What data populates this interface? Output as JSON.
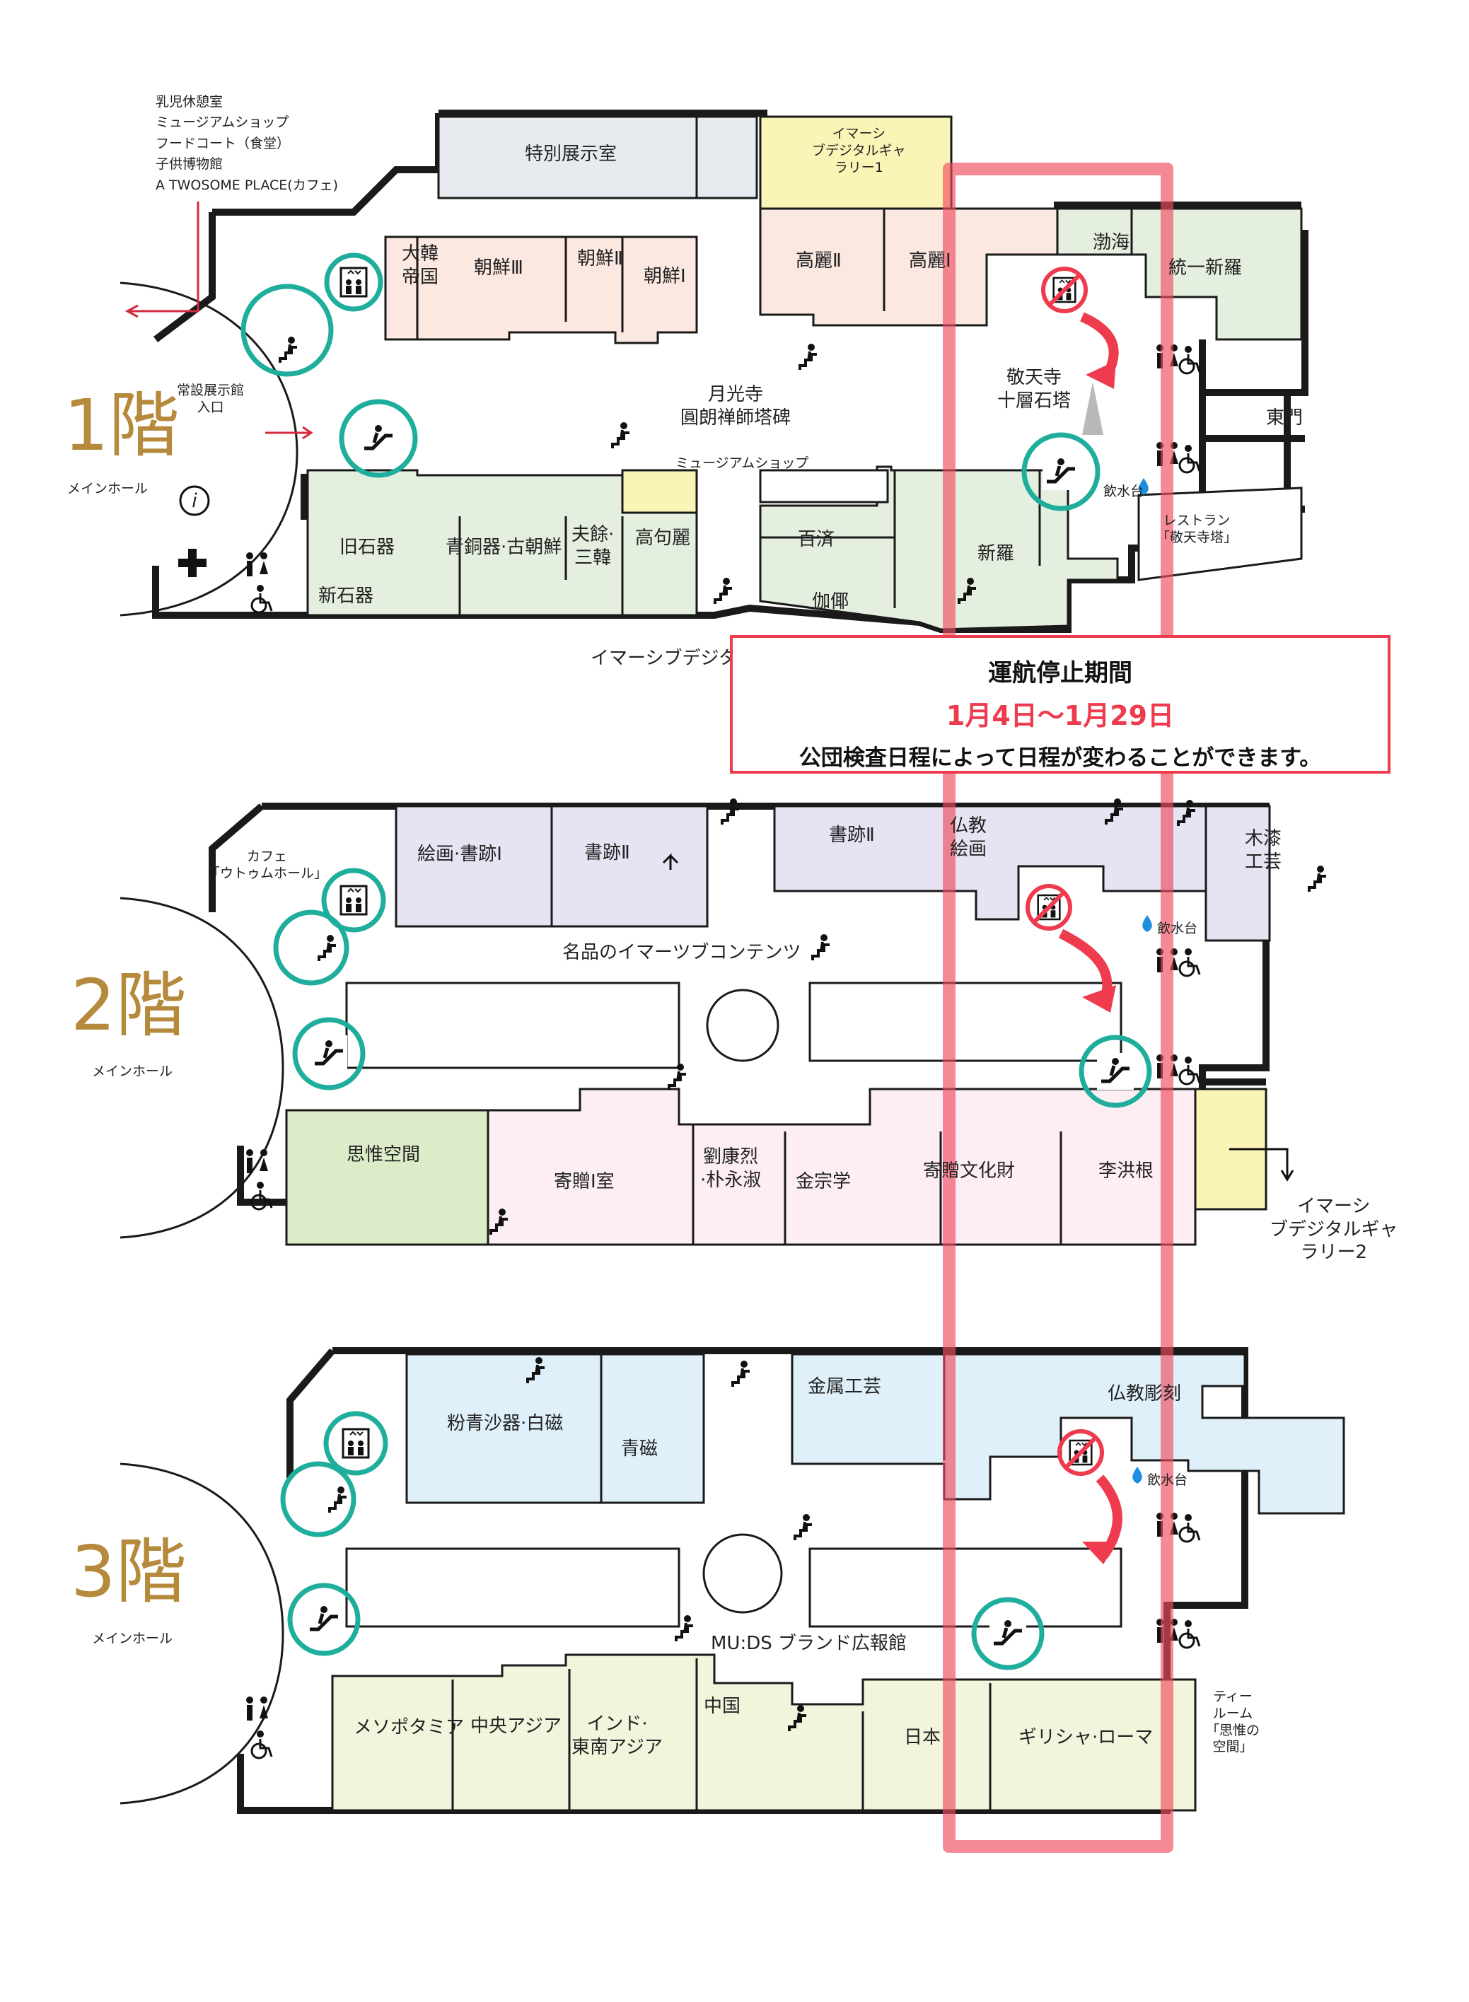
{
  "colors": {
    "green_room": "#e4efdf",
    "peach_room": "#fbe8e1",
    "gray_room": "#e7ebf0",
    "yellow_room": "#fbf4b7",
    "lavender_room": "#e6e3f3",
    "pink_room": "#fceef2",
    "leaf_room": "#dcecc8",
    "blue_room": "#dff0fa",
    "olive_room": "#f2f4dc",
    "ring": "#1fae9c",
    "warning": "#ee3b4d",
    "floor_label": "#b58a3c",
    "water_icon": "#1e8fe0"
  },
  "floor1": {
    "number": "1",
    "kai": "階",
    "main_hall": "メインホール",
    "entrance_label_1": "常設展示館",
    "entrance_label_2": "入口",
    "west_list": [
      "乳児休憩室",
      "ミュージアムショップ",
      "フードコート（食堂）",
      "子供博物館",
      "A TWOSOME PLACE(カフェ)"
    ],
    "rooms": {
      "special": "特別展示室",
      "immersive1_a": "イマーシ",
      "immersive1_b": "ブデジタルギャ",
      "immersive1_c": "ラリー1",
      "daekan_a": "大韓",
      "daekan_b": "帝国",
      "joseon3": "朝鮮Ⅲ",
      "joseon2": "朝鮮Ⅱ",
      "joseon1": "朝鮮Ⅰ",
      "goryeo2": "高麗Ⅱ",
      "goryeo1": "高麗Ⅰ",
      "balhae": "渤海",
      "unified_silla": "統一新羅",
      "gyeongcheonsa_a": "敬天寺",
      "gyeongcheonsa_b": "十層石塔",
      "east_gate": "東門",
      "wolgwangsa_a": "月光寺",
      "wolgwangsa_b": "圓朗禅師塔碑",
      "museum_shop": "ミュージアムショップ",
      "paleolithic": "旧石器",
      "neolithic": "新石器",
      "bronze": "青銅器·古朝鮮",
      "buyeo_a": "夫餘·",
      "buyeo_b": "三韓",
      "goguryeo": "高句麗",
      "baekje": "百済",
      "gaya": "伽倻",
      "silla": "新羅",
      "water": "飲水台",
      "restaurant_a": "レストラン",
      "restaurant_b": "「敬天寺塔」",
      "immersive_link": "イマーシブデジタル"
    }
  },
  "floor2": {
    "number": "2",
    "kai": "階",
    "main_hall": "メインホール",
    "rooms": {
      "cafe_a": "カフェ",
      "cafe_b": "「ウトゥムホール」",
      "painting_calligraphy": "絵画·書跡Ⅰ",
      "calligraphy2_left": "書跡Ⅱ",
      "calligraphy2_right": "書跡Ⅱ",
      "buddhist_a": "仏教",
      "buddhist_b": "絵画",
      "lacquer_a": "木漆",
      "lacquer_b": "工芸",
      "water": "飲水台",
      "content": "名品のイマーツブコンテンツ",
      "meditation": "思惟空間",
      "donation1": "寄贈Ⅰ室",
      "yoo_a": "劉康烈",
      "yoo_b": "·朴永淑",
      "kim": "金宗学",
      "donation_cultural": "寄贈文化財",
      "lee": "李洪根",
      "immersive2_a": "イマーシ",
      "immersive2_b": "ブデジタルギャ",
      "immersive2_c": "ラリー2"
    }
  },
  "floor3": {
    "number": "3",
    "kai": "階",
    "main_hall": "メインホール",
    "rooms": {
      "buncheong": "粉青沙器·白磁",
      "celadon": "青磁",
      "metal": "金属工芸",
      "buddhist_sculpture": "仏教彫刻",
      "water": "飲水台",
      "muds": "MU:DS ブランド広報館",
      "mesopotamia": "メソポタミア",
      "central_asia": "中央アジア",
      "india_a": "インド·",
      "india_b": "東南アジア",
      "china": "中国",
      "japan": "日本",
      "greece_rome": "ギリシャ·ローマ",
      "tearoom_a": "ティー",
      "tearoom_b": "ルーム",
      "tearoom_c": "「思惟の",
      "tearoom_d": "空間」"
    }
  },
  "notice": {
    "title": "運航停止期間",
    "period": "1月4日〜1月29日",
    "note": "公団検査日程によって日程が変わることができます。"
  },
  "icons": [
    "elevator-icon",
    "escalator-icon",
    "stairs-icon",
    "restroom-icon",
    "accessible-icon",
    "info-icon",
    "first-aid-icon",
    "water-icon",
    "cafe-icon",
    "restaurant-icon",
    "shop-icon",
    "video-icon",
    "no-elevator-icon",
    "closed-arrow-icon",
    "pagoda-icon",
    "touch-icon"
  ]
}
